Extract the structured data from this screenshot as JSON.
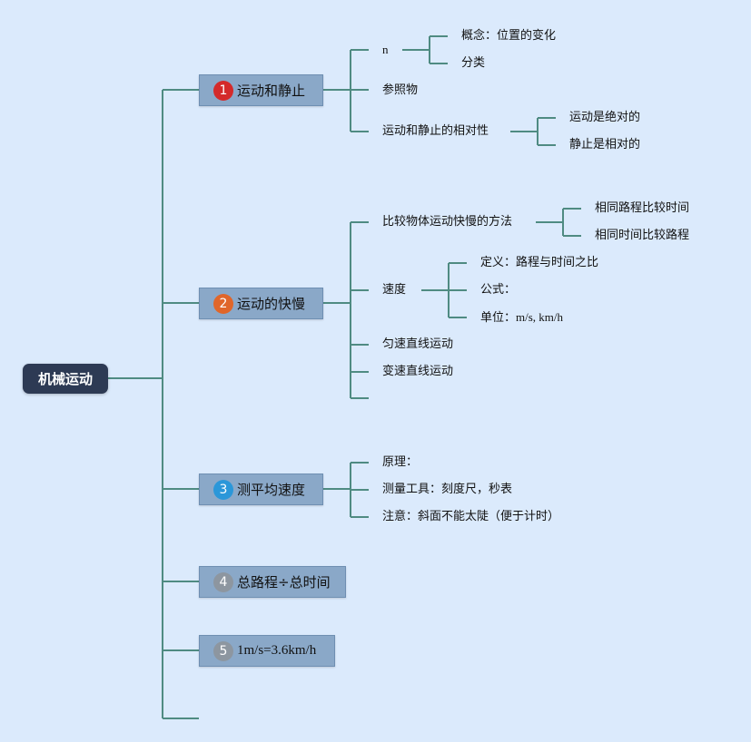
{
  "root": {
    "label": "机械运动"
  },
  "topics": [
    {
      "num": "1",
      "label": "运动和静止",
      "color": "#d42a2a"
    },
    {
      "num": "2",
      "label": "运动的快慢",
      "color": "#e0662a"
    },
    {
      "num": "3",
      "label": "测平均速度",
      "color": "#2b97d9"
    },
    {
      "num": "4",
      "label": "总路程÷总时间",
      "color": "#8d96a0"
    },
    {
      "num": "5",
      "label": "1m/s=3.6km/h",
      "color": "#8d96a0"
    }
  ],
  "t1": {
    "n": "n",
    "concept": "概念：位置的变化",
    "classify": "分类",
    "reference": "参照物",
    "relativity": "运动和静止的相对性",
    "absolute": "运动是绝对的",
    "relative": "静止是相对的"
  },
  "t2": {
    "method": "比较物体运动快慢的方法",
    "same_distance": "相同路程比较时间",
    "same_time": "相同时间比较路程",
    "speed": "速度",
    "definition": "定义：路程与时间之比",
    "formula": "公式：",
    "unit_label": "单位：",
    "unit_value": "m/s, km/h",
    "uniform": "匀速直线运动",
    "variable": "变速直线运动"
  },
  "t3": {
    "principle": "原理：",
    "tools": "测量工具：刻度尺，秒表",
    "note": "注意：斜面不能太陡（便于计时）"
  }
}
